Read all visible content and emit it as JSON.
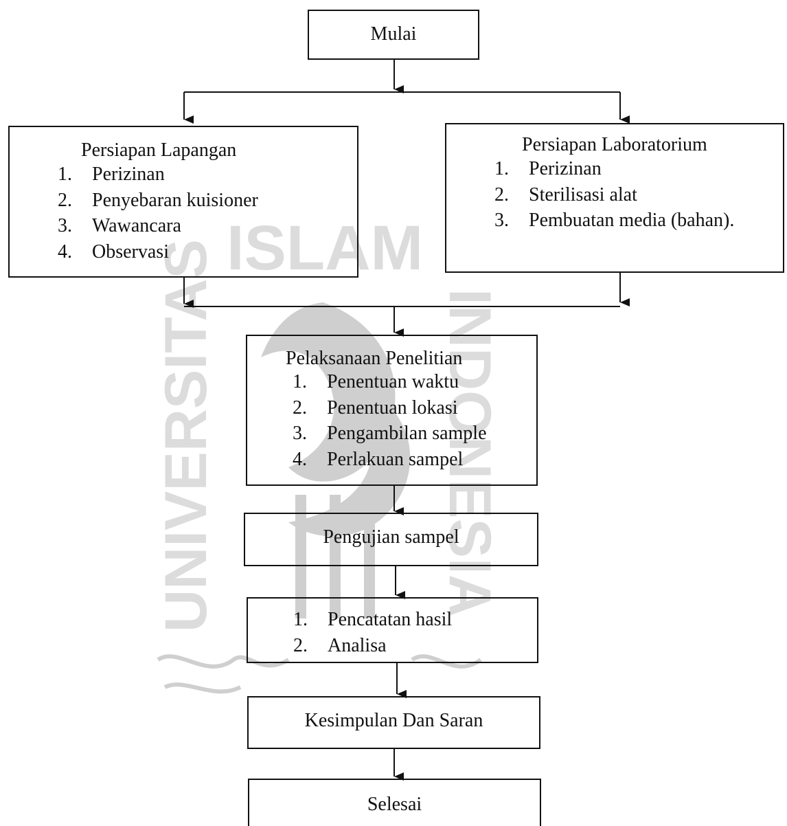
{
  "watermark": {
    "text_top": "ISLAM",
    "text_left": "UNIVERSITAS",
    "text_right": "INDONESIA",
    "color": "#d9d9d9"
  },
  "flowchart": {
    "start": "Mulai",
    "field_prep": {
      "title": "Persiapan Lapangan",
      "items": [
        {
          "num": "1.",
          "text": "Perizinan"
        },
        {
          "num": "2.",
          "text": "Penyebaran kuisioner"
        },
        {
          "num": "3.",
          "text": "Wawancara"
        },
        {
          "num": "4.",
          "text": "Observasi"
        }
      ]
    },
    "lab_prep": {
      "title": "Persiapan Laboratorium",
      "items": [
        {
          "num": "1.",
          "text": "Perizinan"
        },
        {
          "num": "2.",
          "text": "Sterilisasi alat"
        },
        {
          "num": "3.",
          "text": "Pembuatan media (bahan)."
        }
      ]
    },
    "research": {
      "title": "Pelaksanaan Penelitian",
      "items": [
        {
          "num": "1.",
          "text": "Penentuan waktu"
        },
        {
          "num": "2.",
          "text": "Penentuan lokasi"
        },
        {
          "num": "3.",
          "text": "Pengambilan sample"
        },
        {
          "num": "4.",
          "text": "Perlakuan sampel"
        }
      ]
    },
    "testing": "Pengujian sampel",
    "results": {
      "items": [
        {
          "num": "1.",
          "text": "Pencatatan hasil"
        },
        {
          "num": "2.",
          "text": "Analisa"
        }
      ]
    },
    "conclusion": "Kesimpulan Dan Saran",
    "end": "Selesai"
  }
}
